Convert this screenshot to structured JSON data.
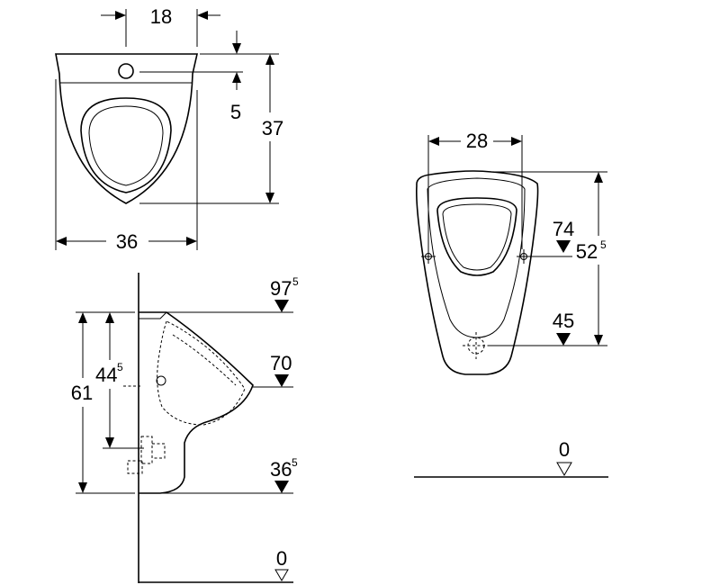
{
  "top_view": {
    "dim_outlet_width": "18",
    "dim_outlet_offset": "5",
    "dim_depth": "37",
    "dim_width": "36"
  },
  "side_view": {
    "dim_total_height": "61",
    "dim_inlet_main": "44",
    "dim_inlet_sup": "5",
    "level_top_main": "97",
    "level_top_sup": "5",
    "level_lip": "70",
    "level_bottom_main": "36",
    "level_bottom_sup": "5",
    "level_floor": "0"
  },
  "front_view": {
    "dim_fixing_width": "28",
    "dim_height_main": "52",
    "dim_height_sup": "5",
    "level_fixing": "74",
    "level_outlet": "45",
    "level_floor": "0"
  }
}
